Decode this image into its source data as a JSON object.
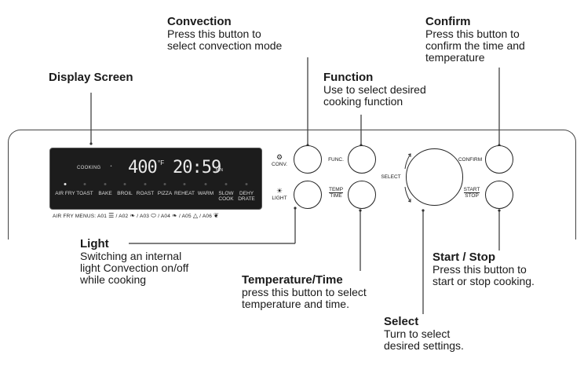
{
  "callouts": {
    "display_screen": {
      "title": "Display Screen"
    },
    "convection": {
      "title": "Convection",
      "desc": "Press this button to\nselect convection mode"
    },
    "function": {
      "title": "Function",
      "desc": "Use to select desired\ncooking function"
    },
    "confirm": {
      "title": "Confirm",
      "desc": "Press this button to\nconfirm the time and\ntemperature"
    },
    "light": {
      "title": "Light",
      "desc": "Switching an internal\nlight Convection on/off\nwhile cooking"
    },
    "temp_time": {
      "title": "Temperature/Time",
      "desc": "press this button to select\ntemperature and time."
    },
    "start_stop": {
      "title": "Start / Stop",
      "desc": "Press this button to\nstart or stop cooking."
    },
    "select": {
      "title": "Select",
      "desc": "Turn to select\ndesired settings."
    }
  },
  "display": {
    "cooking_label": "COOKING",
    "fan_icon": "fan-icon",
    "temperature": "400",
    "unit": "°F",
    "time": "20:59",
    "time_unit": "MIN",
    "menus": [
      "AIR FRY",
      "TOAST",
      "BAKE",
      "BROIL",
      "ROAST",
      "PIZZA",
      "REHEAT",
      "WARM",
      "SLOW\nCOOK",
      "DEHY\nDRATE"
    ],
    "active_menu": "AIR FRY"
  },
  "buttons": {
    "convection": "CONV.",
    "light": "LIGHT",
    "function": "FUNC.",
    "temp_top": "TEMP",
    "temp_bottom": "TIME",
    "select": "SELECT",
    "confirm": "CONFIRM",
    "start": "START",
    "stop": "STOP"
  },
  "air_fry_menus": {
    "label": "AIR FRY MENUS:",
    "items": [
      {
        "code": "A01",
        "icon": "fries-icon"
      },
      {
        "code": "A02",
        "icon": "chicken-wings-icon"
      },
      {
        "code": "A03",
        "icon": "steak-icon"
      },
      {
        "code": "A04",
        "icon": "shrimp-icon"
      },
      {
        "code": "A05",
        "icon": "cake-icon"
      },
      {
        "code": "A06",
        "icon": "vegetable-icon"
      }
    ]
  }
}
